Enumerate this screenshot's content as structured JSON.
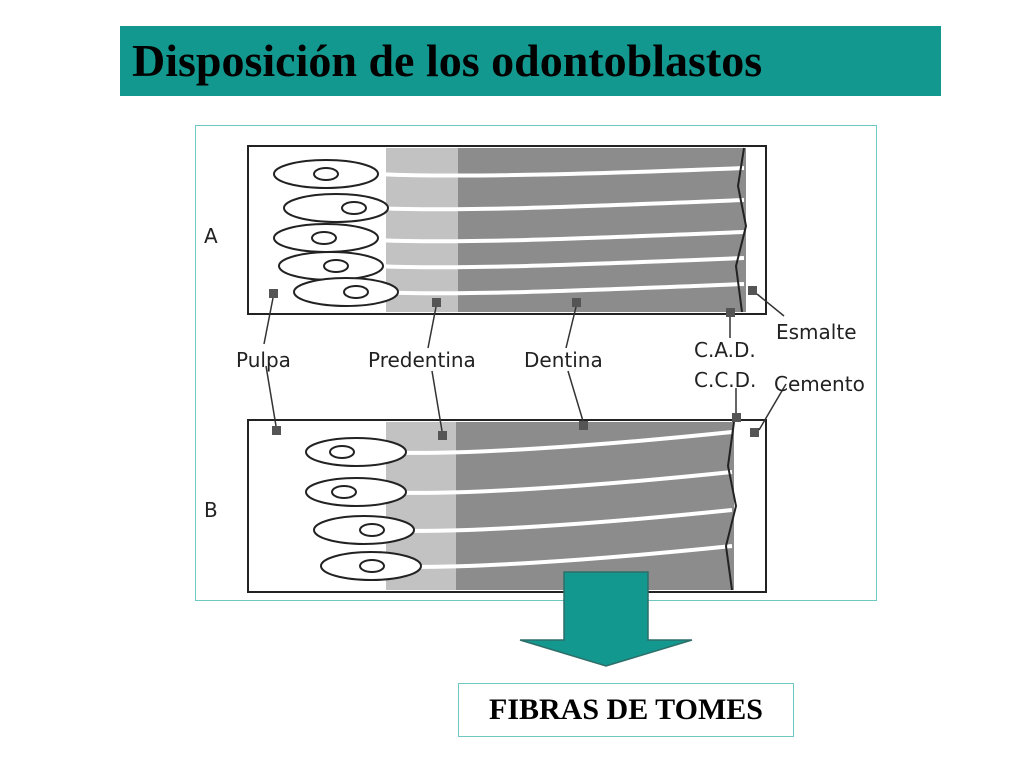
{
  "slide": {
    "title": "Disposición de los odontoblastos",
    "result": "FIBRAS DE TOMES"
  },
  "figure": {
    "panels": [
      "A",
      "B"
    ],
    "labels": {
      "pulpa": "Pulpa",
      "predentina": "Predentina",
      "dentina": "Dentina",
      "cad": "C.A.D.",
      "ccd": "C.C.D.",
      "esmalte": "Esmalte",
      "cemento": "Cemento"
    }
  },
  "colors": {
    "accent": "#13988f",
    "dentin": "#8c8c8c",
    "predentin": "#c2c2c2",
    "outline": "#222222"
  }
}
